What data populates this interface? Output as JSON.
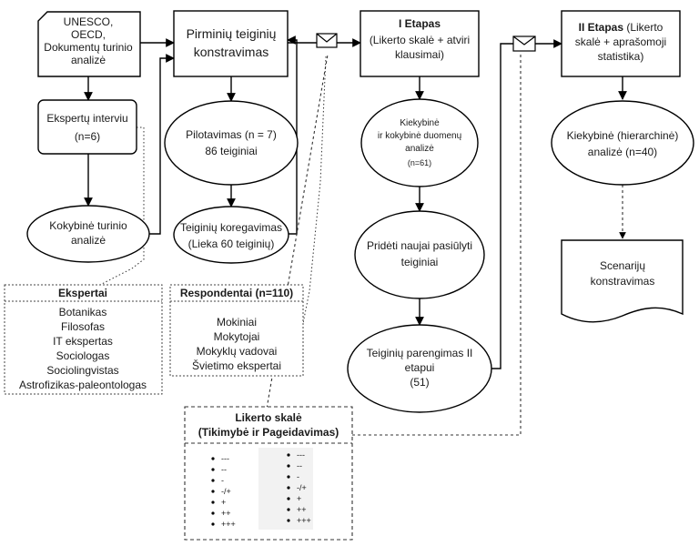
{
  "nodes": {
    "sources": [
      "UNESCO,",
      "OECD,",
      "Dokumentų turinio",
      "analizė"
    ],
    "primary": [
      "Pirminių teiginių",
      "konstravimas"
    ],
    "stage1": [
      "I Etapas",
      "(Likerto skalė + atviri",
      "klausimai)"
    ],
    "stage2": [
      "II Etapas (Likerto",
      "skalė + aprašomoji",
      "statistika)"
    ],
    "expert_interview": [
      "Ekspertų interviu",
      "(n=6)"
    ],
    "qualitative": [
      "Kokybinė turinio",
      "analizė"
    ],
    "pilot": [
      "Pilotavimas (n = 7)",
      "86 teiginiai"
    ],
    "correction": [
      "Teiginių koregavimas",
      "(Lieka 60 teiginių)"
    ],
    "analysis1": [
      "Kiekybinė",
      "ir kokybinė duomenų",
      "analizė",
      "(n=61)"
    ],
    "add_new": [
      "Pridėti naujai pasiūlyti",
      "teiginiai"
    ],
    "prepare2": [
      "Teiginių parengimas II",
      "etapui",
      "(51)"
    ],
    "analysis2": [
      "Kiekybinė (hierarchinė)",
      "analizė (n=40)"
    ],
    "scenarios": [
      "Scenarijų",
      "konstravimas"
    ]
  },
  "experts": {
    "title": "Ekspertai",
    "items": [
      "Botanikas",
      "Filosofas",
      "IT ekspertas",
      "Sociologas",
      "Sociolingvistas",
      "Astrofizikas-paleontologas"
    ]
  },
  "respondents": {
    "title": "Respondentai (n=110)",
    "items": [
      "Mokiniai",
      "Mokytojai",
      "Mokyklų vadovai",
      "Švietimo ekspertai"
    ]
  },
  "likert": {
    "title": [
      "Likerto skalė",
      "(Tikimybė ir Pageidavimas)"
    ],
    "scale": [
      "---",
      "--",
      "-",
      "-/+",
      "+",
      "++",
      "+++"
    ]
  }
}
